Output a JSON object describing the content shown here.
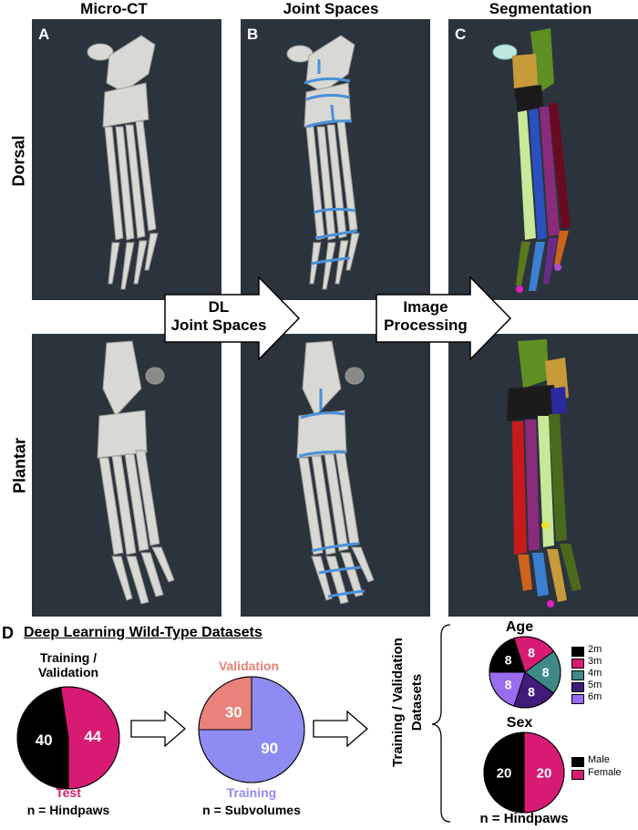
{
  "columns": {
    "a_title": "Micro-CT",
    "b_title": "Joint Spaces",
    "c_title": "Segmentation"
  },
  "rows": {
    "top": "Dorsal",
    "bottom": "Plantar"
  },
  "panel_letters": {
    "a": "A",
    "b": "B",
    "c": "C",
    "d": "D"
  },
  "arrows": {
    "first": {
      "line1": "DL",
      "line2": "Joint Spaces"
    },
    "second": {
      "line1": "Image",
      "line2": "Processing"
    }
  },
  "panel_d": {
    "title": "Deep Learning Wild-Type Datasets",
    "split_label": "Training /\nValidation",
    "test_label": "Test",
    "validation_label": "Validation",
    "training_label": "Training",
    "n_hindpaws": "n = Hindpaws",
    "n_subvolumes": "n = Subvolumes",
    "side_label": "Training / Validation\nDatasets",
    "age_title": "Age",
    "sex_title": "Sex",
    "n_hindpaws_right": "n = Hindpaws"
  },
  "colors": {
    "panel_bg": "#2b343d",
    "black": "#000000",
    "magenta": "#d81b72",
    "salmon": "#e8827a",
    "periwinkle": "#8e8cf2",
    "teal": "#3f8a86",
    "indigo": "#3f1c7a",
    "lavender": "#9a6cf0",
    "bone": "#d8d8d4",
    "joint": "#4a90d9"
  },
  "chart_data": [
    {
      "type": "pie",
      "title": "",
      "labels": [
        "Training / Validation",
        "Test"
      ],
      "values": [
        40,
        44
      ],
      "colors": [
        "#000000",
        "#d81b72"
      ]
    },
    {
      "type": "pie",
      "title": "",
      "labels": [
        "Validation",
        "Training"
      ],
      "values": [
        30,
        90
      ],
      "colors": [
        "#e8827a",
        "#8e8cf2"
      ]
    },
    {
      "type": "pie",
      "title": "Age",
      "labels": [
        "2m",
        "3m",
        "4m",
        "5m",
        "6m"
      ],
      "values": [
        8,
        8,
        8,
        8,
        8
      ],
      "colors": [
        "#000000",
        "#d81b72",
        "#3f8a86",
        "#3f1c7a",
        "#9a6cf0"
      ],
      "legend": "right"
    },
    {
      "type": "pie",
      "title": "Sex",
      "labels": [
        "Male",
        "Female"
      ],
      "values": [
        20,
        20
      ],
      "colors": [
        "#000000",
        "#d81b72"
      ],
      "legend": "right"
    }
  ]
}
